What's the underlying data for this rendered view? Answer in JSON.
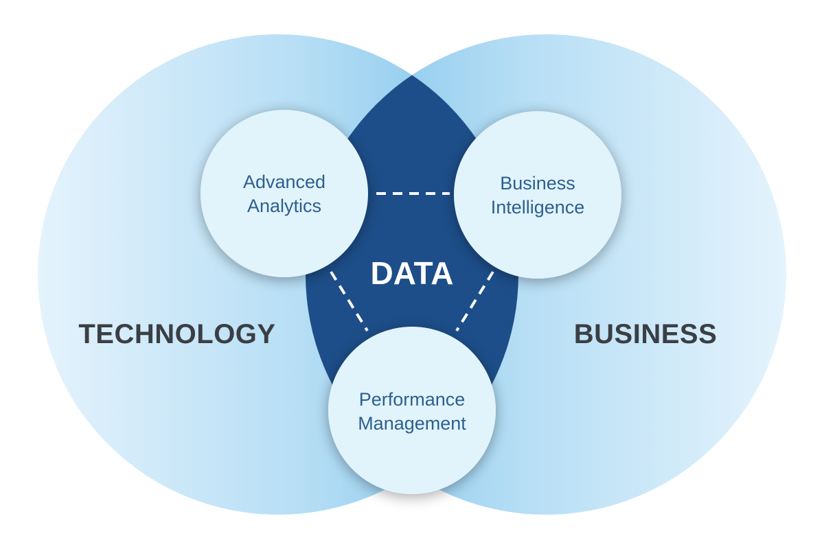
{
  "domains": {
    "left": "TECHNOLOGY",
    "right": "BUSINESS",
    "center": "DATA"
  },
  "nodes": {
    "advanced_analytics": [
      "Advanced",
      "Analytics"
    ],
    "business_intelligence": [
      "Business",
      "Intelligence"
    ],
    "performance_management": [
      "Performance",
      "Management"
    ]
  },
  "colors": {
    "overlap": "#1d4e89",
    "circle_outer": "#d8eefb",
    "circle_inner": "#8ec9ee",
    "node_fill": "#e1f4fc",
    "label_dark": "#3a3f44",
    "node_text": "#2d5f8f",
    "connector": "#ffffff"
  }
}
